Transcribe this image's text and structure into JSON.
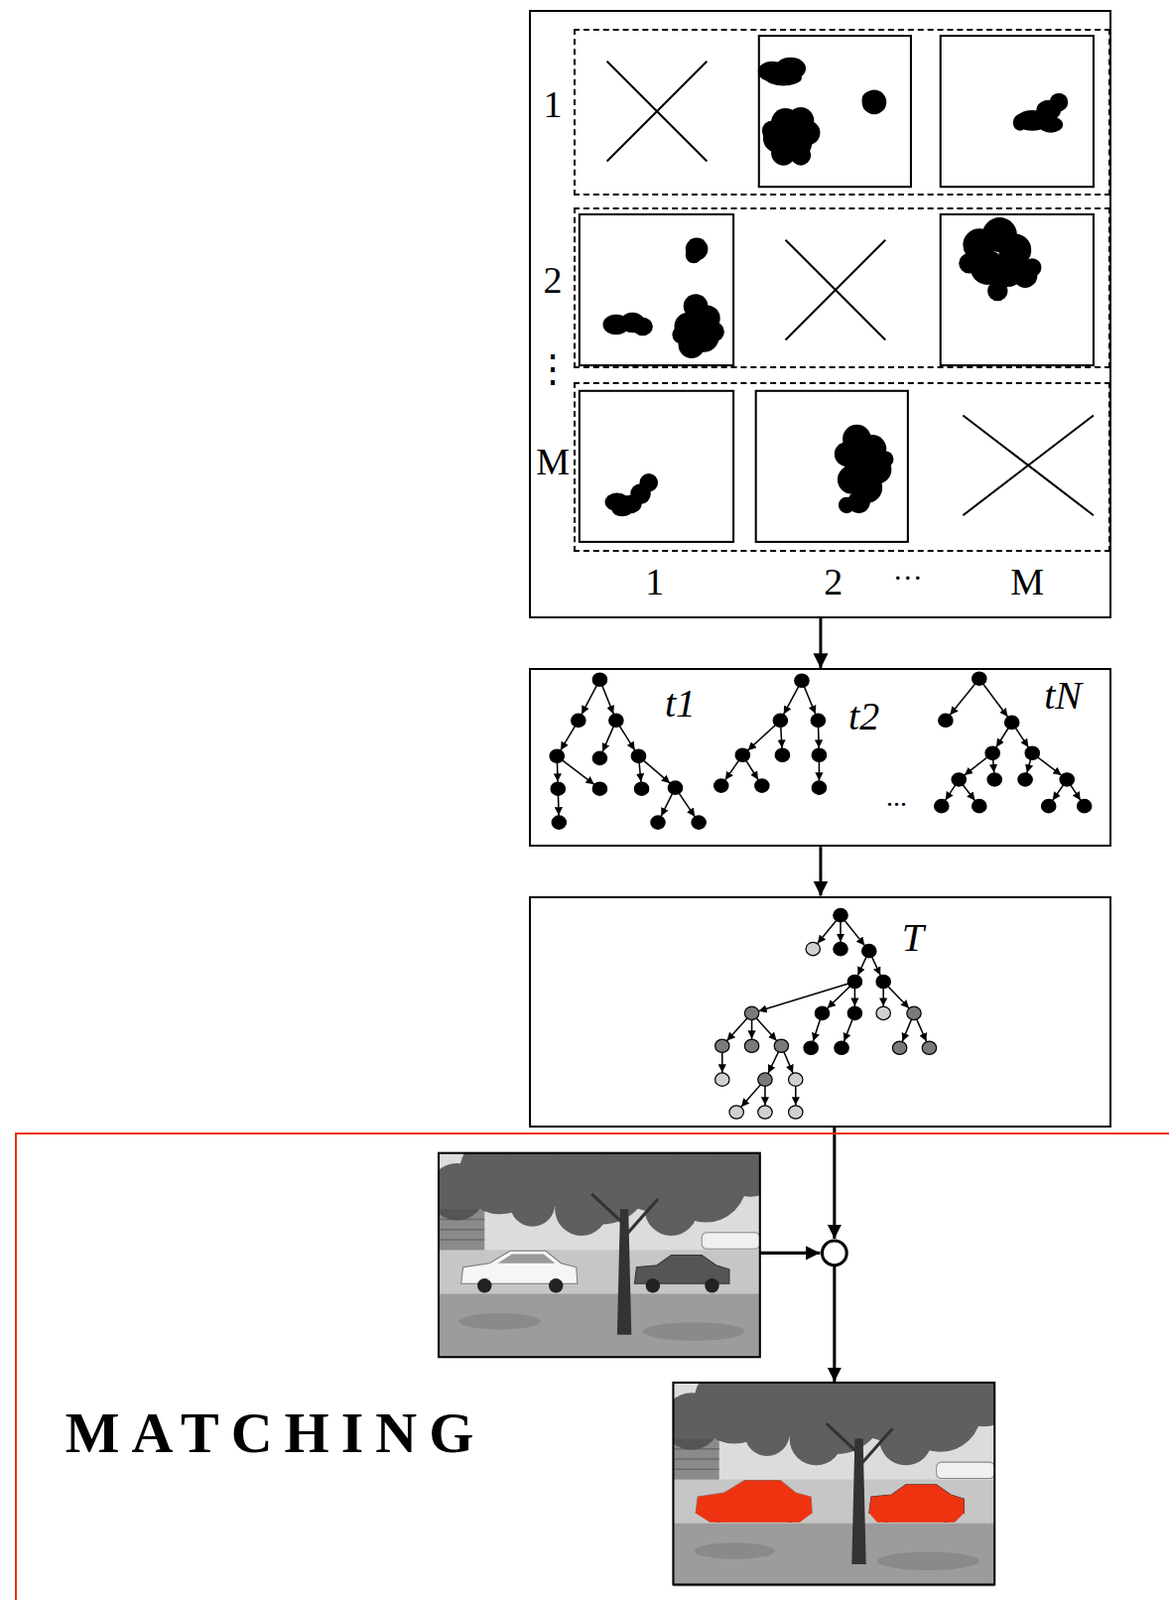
{
  "diagram": {
    "nodes": [
      {
        "text": [
          "⋮",
          "1",
          "2",
          "···",
          "M"
        ]
      },
      {
        "text": [
          "1"
        ],
        "in": 0
      },
      {
        "text": [
          "2"
        ],
        "in": 0
      },
      {
        "text": [
          "M"
        ],
        "in": 0
      },
      {
        "text": [
          "t1",
          "t2",
          "...",
          "tN"
        ]
      },
      {
        "text": [
          "T"
        ]
      },
      {
        "text": [
          "MATCHING"
        ]
      }
    ],
    "edges": [
      {
        "from": 0,
        "to": 4,
        "arrow": "to"
      },
      {
        "from": 4,
        "to": 5,
        "arrow": "to"
      }
    ]
  }
}
